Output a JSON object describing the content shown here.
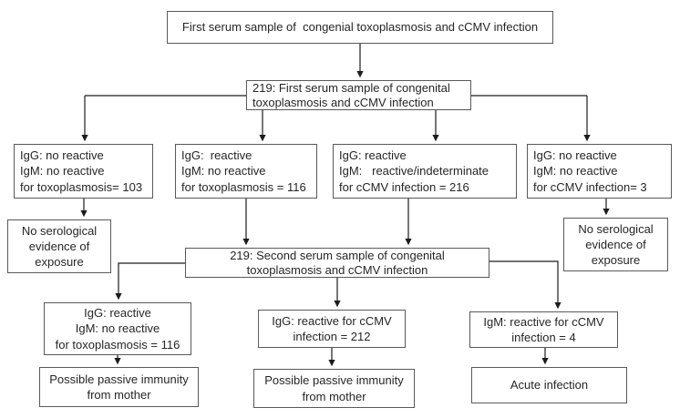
{
  "flowchart": {
    "colors": {
      "background": "#ffffff",
      "box_border": "#595959",
      "text": "#262626",
      "connector": "#1c1c1c"
    },
    "boxes": {
      "top": {
        "text": "First serum sample of  congenial toxoplasmosis and cCMV infection"
      },
      "first_sample": {
        "line1": "219: First serum sample of congenital",
        "line2": "toxoplasmosis and cCMV infection"
      },
      "tox_nonreactive": {
        "line1": "IgG: no reactive",
        "line2": "IgM: no reactive",
        "line3": "for toxoplasmosis= 103"
      },
      "tox_igg_reactive": {
        "line1": "IgG:  reactive",
        "line2": "IgM: no reactive",
        "line3": "for toxoplasmosis = 116"
      },
      "ccmv_reactive": {
        "line1": "IgG: reactive",
        "line2": "IgM:   reactive/indeterminate",
        "line3": "for cCMV infection = 216"
      },
      "ccmv_nonreactive": {
        "line1": "IgG: no reactive",
        "line2": "IgM: no reactive",
        "line3": "for cCMV infection= 3"
      },
      "no_serology_left": {
        "line1": "No serological",
        "line2": "evidence of",
        "line3": "exposure"
      },
      "second_sample": {
        "line1": "219: Second serum sample of congenital",
        "line2": "toxoplasmosis and cCMV infection"
      },
      "no_serology_right": {
        "line1": "No serological",
        "line2": "evidence of",
        "line3": "exposure"
      },
      "second_tox": {
        "line1": "IgG: reactive",
        "line2": "IgM: no reactive",
        "line3": "for toxoplasmosis = 116"
      },
      "second_ccmv_igg": {
        "line1": "IgG: reactive for cCMV",
        "line2": "infection = 212"
      },
      "second_ccmv_igm": {
        "line1": "IgM: reactive for cCMV",
        "line2": "infection = 4"
      },
      "passive_immunity_left": {
        "line1": "Possible passive immunity",
        "line2": "from mother"
      },
      "passive_immunity_mid": {
        "line1": "Possible passive immunity",
        "line2": "from mother"
      },
      "acute_infection": {
        "text": "Acute infection"
      }
    }
  }
}
